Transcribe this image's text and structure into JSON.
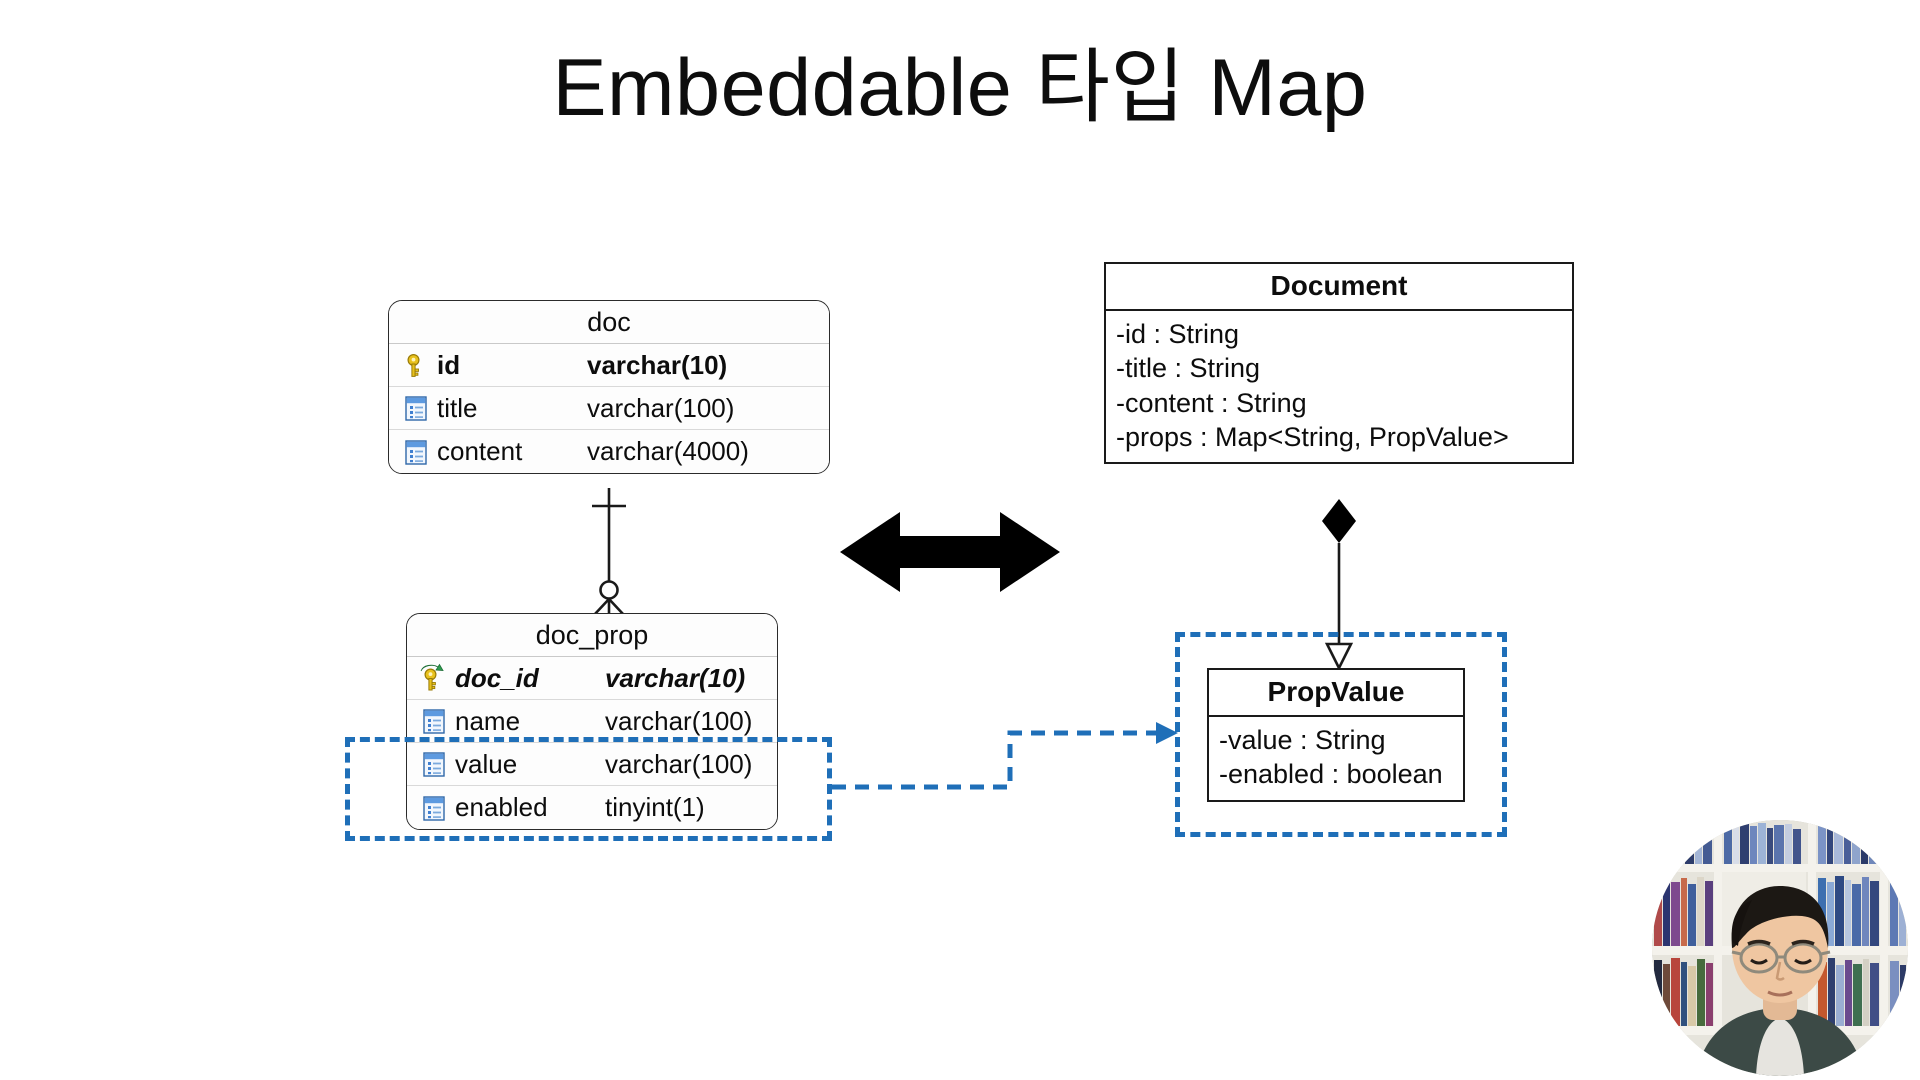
{
  "slide": {
    "title": "Embeddable 타입 Map",
    "background_color": "#ffffff"
  },
  "colors": {
    "highlight_blue": "#1f6fb8",
    "key_yellow": "#e8c11c",
    "fk_green": "#2e9b4f",
    "column_blue": "#3f7fd0",
    "text": "#0d0d0d",
    "arrow_black": "#000000"
  },
  "er_diagram": {
    "tables": [
      {
        "name": "doc",
        "columns": [
          {
            "icon": "primary-key-icon",
            "name": "id",
            "type": "varchar(10)",
            "style": "pk"
          },
          {
            "icon": "column-icon",
            "name": "title",
            "type": "varchar(100)",
            "style": "normal"
          },
          {
            "icon": "column-icon",
            "name": "content",
            "type": "varchar(4000)",
            "style": "normal"
          }
        ]
      },
      {
        "name": "doc_prop",
        "columns": [
          {
            "icon": "foreign-primary-key-icon",
            "name": "doc_id",
            "type": "varchar(10)",
            "style": "fkpk"
          },
          {
            "icon": "column-icon",
            "name": "name",
            "type": "varchar(100)",
            "style": "normal"
          },
          {
            "icon": "column-icon",
            "name": "value",
            "type": "varchar(100)",
            "style": "normal"
          },
          {
            "icon": "column-icon",
            "name": "enabled",
            "type": "tinyint(1)",
            "style": "normal"
          }
        ]
      }
    ],
    "relationship": {
      "from": "doc",
      "to": "doc_prop",
      "notation": "one-to-many-crows-foot"
    }
  },
  "uml_diagram": {
    "classes": [
      {
        "name": "Document",
        "attributes": [
          "-id : String",
          "-title : String",
          "-content : String",
          "-props : Map<String, PropValue>"
        ]
      },
      {
        "name": "PropValue",
        "attributes": [
          "-value : String",
          "-enabled : boolean"
        ]
      }
    ],
    "relationship": {
      "from": "Document",
      "to": "PropValue",
      "notation": "composition-filled-diamond"
    }
  },
  "annotations": {
    "center_arrow": "double-headed-arrow",
    "mapping_arrow": "dashed-blue-mapping-arrow",
    "highlight_left_label": "doc_prop value and enabled columns",
    "highlight_right_label": "PropValue class"
  },
  "webcam": {
    "present": true,
    "shape": "circle",
    "description": "presenter-video-bubble"
  }
}
